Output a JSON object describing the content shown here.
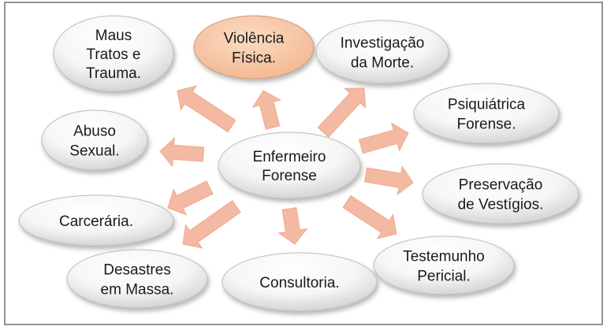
{
  "center": {
    "lines": [
      "Enfermeiro",
      "Forense"
    ]
  },
  "nodes": [
    {
      "id": "violencia",
      "lines": [
        "Violência",
        "Física."
      ],
      "highlight": true
    },
    {
      "id": "investigacao",
      "lines": [
        "Investigação",
        "da Morte."
      ],
      "highlight": false
    },
    {
      "id": "psiquiatrica",
      "lines": [
        "Psiquiátrica",
        "Forense."
      ],
      "highlight": false
    },
    {
      "id": "preservacao",
      "lines": [
        "Preservação",
        "de Vestígios."
      ],
      "highlight": false
    },
    {
      "id": "testemunho",
      "lines": [
        "Testemunho",
        "Pericial."
      ],
      "highlight": false
    },
    {
      "id": "consultoria",
      "lines": [
        "Consultoria."
      ],
      "highlight": false
    },
    {
      "id": "desastres",
      "lines": [
        "Desastres",
        "em Massa."
      ],
      "highlight": false
    },
    {
      "id": "carceraria",
      "lines": [
        "Carcerária."
      ],
      "highlight": false
    },
    {
      "id": "abuso",
      "lines": [
        "Abuso",
        "Sexual."
      ],
      "highlight": false
    },
    {
      "id": "maus-tratos",
      "lines": [
        "Maus",
        "Tratos e",
        "Trauma."
      ],
      "highlight": false
    }
  ],
  "colors": {
    "border": "#6f6f6f",
    "arrow_fill": "#f3b9a2",
    "arrow_stroke": "#f0a98e",
    "highlight_fill": "#f7c6a4",
    "highlight_stroke": "#c99a7e",
    "ellipse_light": "#ffffff",
    "ellipse_dark": "#cfcfcf",
    "ellipse_stroke": "#bdbdbd"
  }
}
